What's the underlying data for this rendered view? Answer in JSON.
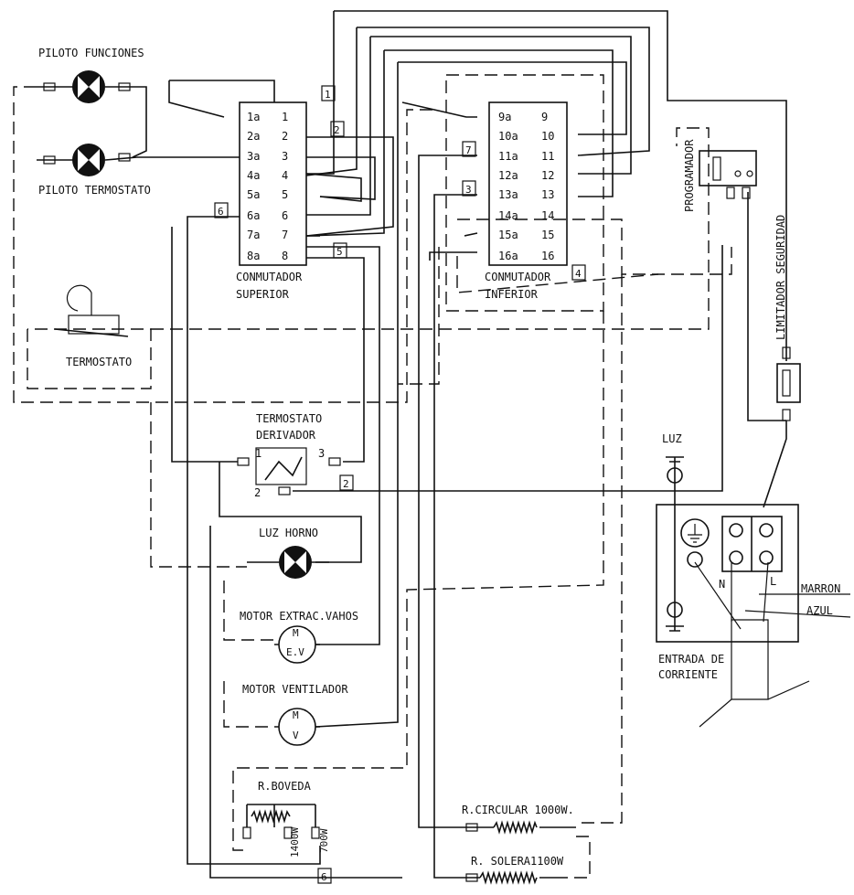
{
  "labels": {
    "piloto_funciones": "PILOTO FUNCIONES",
    "piloto_termostato": "PILOTO TERMOSTATO",
    "termostato": "TERMOSTATO",
    "conmutador_superior_1": "CONMUTADOR",
    "conmutador_superior_2": "SUPERIOR",
    "conmutador_inferior_1": "CONMUTADOR",
    "conmutador_inferior_2": "INFERIOR",
    "termostato_derivador_1": "TERMOSTATO",
    "termostato_derivador_2": "DERIVADOR",
    "luz_horno": "LUZ HORNO",
    "motor_extrac": "MOTOR EXTRAC.VAHOS",
    "motor_ventilador": "MOTOR VENTILADOR",
    "r_boveda": "R.BOVEDA",
    "r_circular": "R.CIRCULAR 1000W.",
    "r_solera": "R. SOLERA1100W",
    "w1400": "1400W",
    "w700": "700W",
    "programador": "PROGRAMADOR",
    "limitador": "LIMITADOR SEGURIDAD",
    "luz": "LUZ",
    "entrada_1": "ENTRADA DE",
    "entrada_2": "CORRIENTE",
    "marron": "MARRON",
    "azul": "AZUL",
    "n": "N",
    "l": "L",
    "ev_m": "M",
    "ev_ev": "E.V",
    "mv_m": "M",
    "mv_v": "V",
    "td_1": "1",
    "td_2": "2",
    "td_3": "3"
  },
  "conmutador_superior": {
    "left": [
      "1a",
      "2a",
      "3a",
      "4a",
      "5a",
      "6a",
      "7a",
      "8a"
    ],
    "right": [
      "1",
      "2",
      "3",
      "4",
      "5",
      "6",
      "7",
      "8"
    ]
  },
  "conmutador_inferior": {
    "left": [
      "9a",
      "10a",
      "11a",
      "12a",
      "13a",
      "14a",
      "15a",
      "16a"
    ],
    "right": [
      "9",
      "10",
      "11",
      "12",
      "13",
      "14",
      "15",
      "16"
    ]
  },
  "boxes": {
    "b1": "1",
    "b2a": "2",
    "b2b": "2",
    "b3": "3",
    "b4": "4",
    "b5": "5",
    "b6a": "6",
    "b6b": "6",
    "b7": "7"
  }
}
